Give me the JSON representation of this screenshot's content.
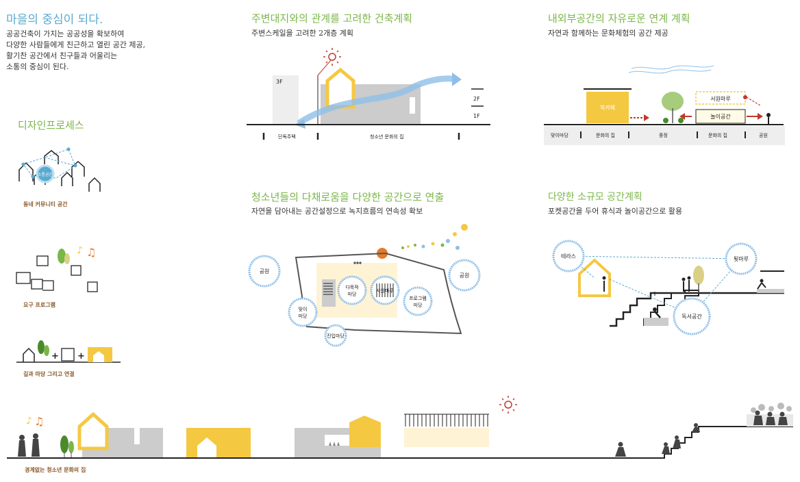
{
  "intro": {
    "title": "마을의 중심이 되다.",
    "lines": [
      "공공건축이 가지는 공공성을 확보하여",
      "다양한 사람들에게 친근하고 열린 공간 제공,",
      "활기찬 공간에서 친구들과 어울리는",
      "소통의 중심이 된다."
    ]
  },
  "process": {
    "title": "디자인프로세스",
    "community_caption": "동네 커뮤니티 공간",
    "community_badge": "소통공간",
    "program_caption": "요구 프로그램",
    "connect_caption": "길과 마당 그리고 연결",
    "plus": "+"
  },
  "section1": {
    "title": "주변대지와의 관계를 고려한 건축계획",
    "subtitle": "주변스케일을 고려한 2개층 계획",
    "label_3f": "3F",
    "label_2f": "2F",
    "label_1f": "1F",
    "label_house": "단독주택",
    "label_center": "청소년 문화의 집"
  },
  "section2": {
    "title": "내외부공간의 자유로운 연계 계획",
    "subtitle": "자연과 함께하는 문화체험의 공간 제공",
    "book_cafe": "북카페",
    "reading_floor": "서원마루",
    "play_space": "놀이공간",
    "zones": [
      "맞이마당",
      "문화의 집",
      "중정",
      "문화의 집",
      "공원"
    ]
  },
  "section3": {
    "title": "청소년들의 다채로움을 다양한 공간으로 연출",
    "subtitle": "자연을 담아내는 공간설정으로 녹지흐름의 연속성 확보",
    "park_left": "공원",
    "park_right": "공원",
    "multi_yard_1": "다목적",
    "multi_yard_2": "마당",
    "seowon": "서원마루",
    "program_yard_1": "프로그램",
    "program_yard_2": "마당",
    "welcome_yard_1": "맞이",
    "welcome_yard_2": "마당",
    "entry_yard": "진입마당"
  },
  "section4": {
    "title": "다양한 소규모 공간계획",
    "subtitle": "포켓공간을 두어 휴식과 놀이공간으로 활용",
    "terrace": "테라스",
    "toetmaru": "툇마루",
    "reading_space": "독서공간"
  },
  "bottom": {
    "caption": "경계없는 청소년 문화의 집"
  },
  "colors": {
    "yellow": "#f5c842",
    "gray": "#cccccc",
    "blue": "#5aaad0",
    "green": "#7ab648",
    "red": "#c0392b",
    "brown": "#8a5a2a"
  }
}
